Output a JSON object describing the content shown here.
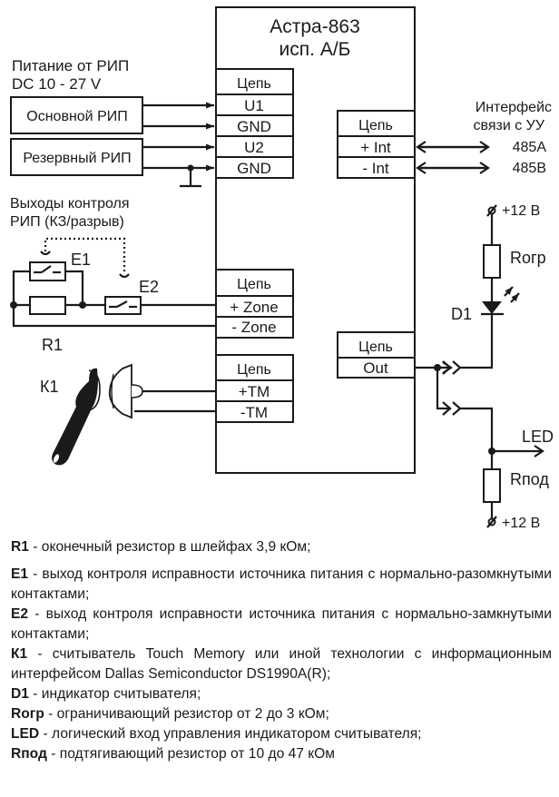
{
  "device": {
    "title_line1": "Астра-863",
    "title_line2": "исп. А/Б"
  },
  "power": {
    "label_line1": "Питание от РИП",
    "label_line2": "DC 10 - 27 V",
    "main_psu": "Основной РИП",
    "backup_psu": "Резервный РИП"
  },
  "blocks": {
    "power_block": {
      "header": "Цепь",
      "pins": [
        "U1",
        "GND",
        "U2",
        "GND"
      ]
    },
    "interface_block": {
      "header": "Цепь",
      "pins": [
        "+ Int",
        "- Int"
      ]
    },
    "zone_block": {
      "header": "Цепь",
      "pins": [
        "+ Zone",
        "- Zone"
      ]
    },
    "tm_block": {
      "header": "Цепь",
      "pins": [
        "+TM",
        "-TM"
      ]
    },
    "out_block": {
      "header": "Цепь",
      "pins": [
        "Out"
      ]
    }
  },
  "interface": {
    "label_line1": "Интерфейс",
    "label_line2": "связи с УУ",
    "line_a": "485A",
    "line_b": "485B"
  },
  "psu_monitor": {
    "label_line1": "Выходы контроля",
    "label_line2": "РИП (КЗ/разрыв)",
    "e1": "E1",
    "e2": "E2",
    "r1": "R1"
  },
  "reader": {
    "k1": "К1"
  },
  "led_circuit": {
    "supply_top": "+12 В",
    "r_limit": "Rогр",
    "diode": "D1",
    "led": "LED",
    "r_pullup": "Rпод",
    "supply_bottom": "+12 В"
  },
  "legend": [
    {
      "term": "R1",
      "text": "  - оконечный резистор в шлейфах 3,9 кОм;"
    },
    {
      "term": "E1",
      "text": " - выход контроля исправности источника питания с нормально-разомкнутыми контактами;"
    },
    {
      "term": "E2",
      "text": " - выход контроля исправности источника питания с нормально-замкнутыми контактами;"
    },
    {
      "term": "К1",
      "text": " - считыватель Touch Memory или иной технологии с информационным интерфейсом Dallas Semiconductor DS1990A(R);"
    },
    {
      "term": "D1",
      "text": " - индикатор считывателя;"
    },
    {
      "term": "Rогр",
      "text": " - ограничивающий резистор от 2 до 3 кОм;"
    },
    {
      "term": "LED",
      "text": " - логический вход управления индикатором считывателя;"
    },
    {
      "term": "Rпод",
      "text": " - подтягивающий резистор от 10 до 47 кОм"
    }
  ]
}
